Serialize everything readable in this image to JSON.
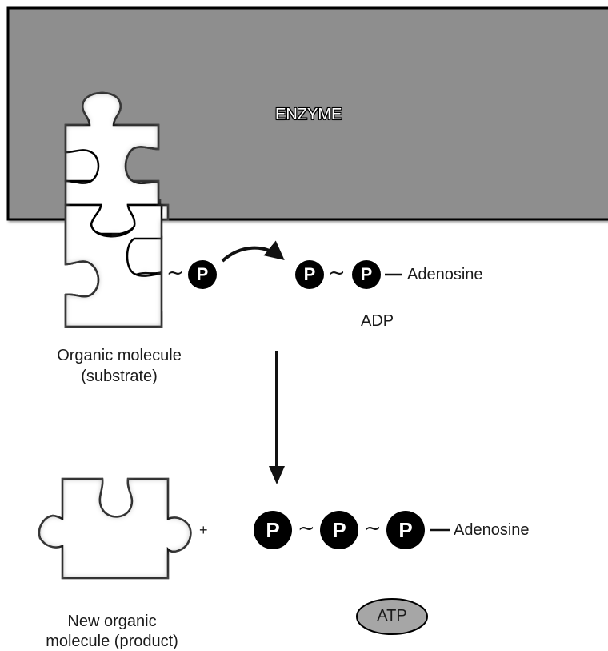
{
  "enzyme": {
    "label": "ENZYME",
    "fill": "#8e8e8e"
  },
  "substrate": {
    "label_line1": "Organic molecule",
    "label_line2": "(substrate)"
  },
  "phosphate": {
    "symbol": "P",
    "bond": "~",
    "fill": "#000000",
    "text_color": "#ffffff"
  },
  "adp": {
    "tail": "Adenosine",
    "name": "ADP"
  },
  "plus": "+",
  "product": {
    "label_line1": "New organic",
    "label_line2": "molecule (product)"
  },
  "atp": {
    "tail": "Adenosine",
    "badge": "ATP",
    "badge_fill": "#a6a6a6"
  },
  "icons": [
    "puzzle-piece-icon",
    "curved-arrow-icon",
    "down-arrow-icon"
  ]
}
